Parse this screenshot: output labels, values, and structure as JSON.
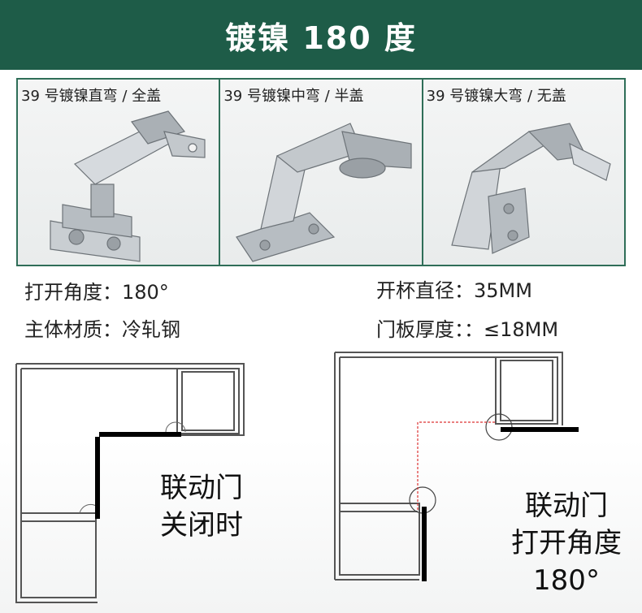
{
  "header": {
    "title": "镀镍 180 度",
    "bg_color": "#1e5c48"
  },
  "panels": [
    {
      "label": "39 号镀镍直弯 / 全盖"
    },
    {
      "label": "39 号镀镍中弯 / 半盖"
    },
    {
      "label": "39 号镀镍大弯 / 无盖"
    }
  ],
  "specs": {
    "open_angle": "打开角度：180°",
    "cup_diameter": "开杯直径：35MM",
    "material": "主体材质：冷轧钢",
    "door_thickness": "门板厚度：：≤18MM"
  },
  "diagrams": {
    "closed_line1": "联动门",
    "closed_line2": "关闭时",
    "open_line1": "联动门",
    "open_line2": "打开角度",
    "open_line3": "180°"
  }
}
